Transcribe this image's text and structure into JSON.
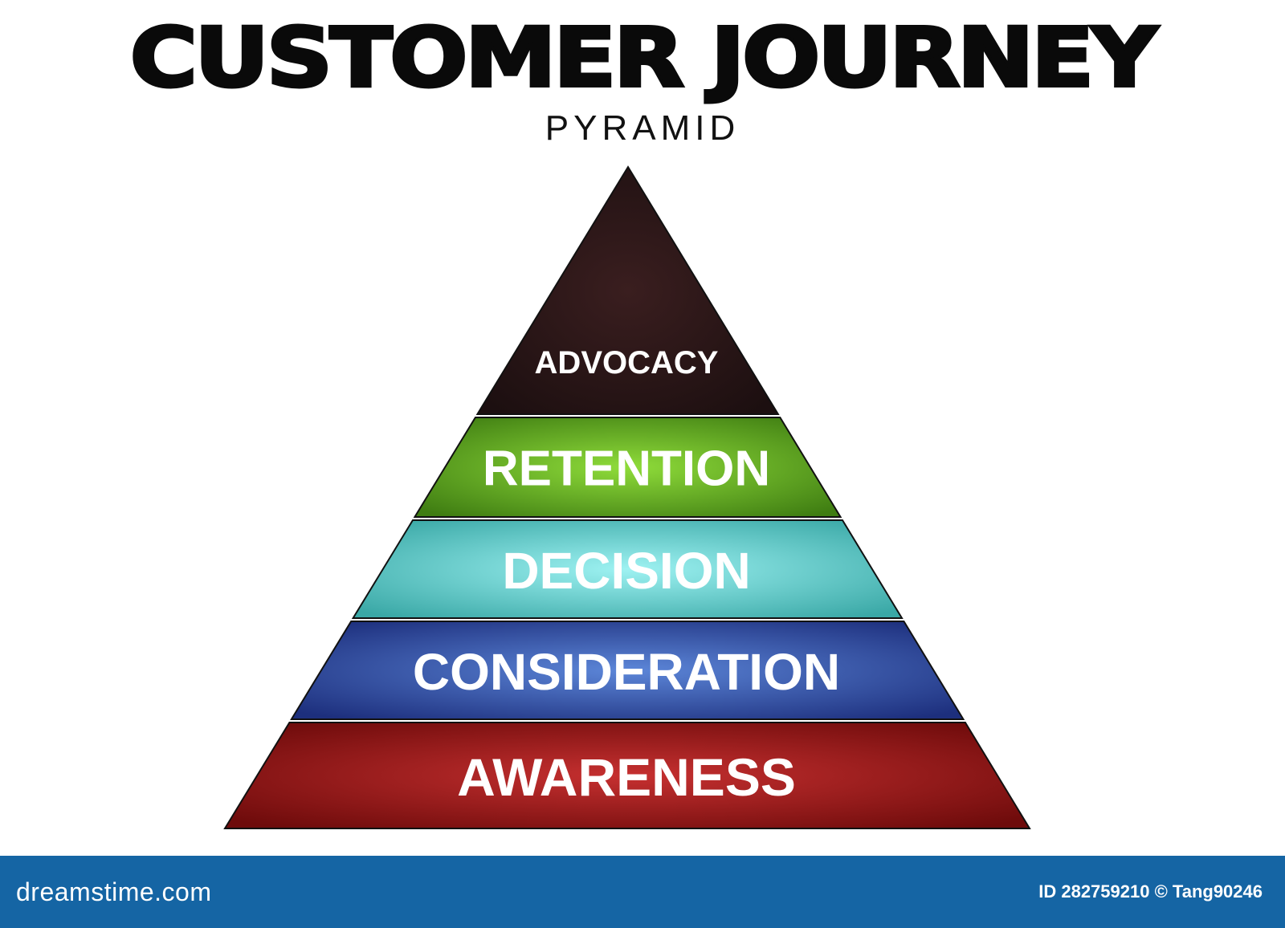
{
  "header": {
    "title": "CUSTOMER JOURNEY",
    "subtitle": "PYRAMID"
  },
  "pyramid": {
    "levels": [
      {
        "label": "ADVOCACY",
        "color_dark": "#1c0f10",
        "color_light": "#3a1e1f"
      },
      {
        "label": "RETENTION",
        "color_dark": "#3f7d12",
        "color_light": "#8fdc3a"
      },
      {
        "label": "DECISION",
        "color_dark": "#3aa8a6",
        "color_light": "#9ef2f2"
      },
      {
        "label": "CONSIDERATION",
        "color_dark": "#1d2f7d",
        "color_light": "#5c86d8"
      },
      {
        "label": "AWARENESS",
        "color_dark": "#6e0b0b",
        "color_light": "#c63030"
      }
    ]
  },
  "footer": {
    "logo_text": "dreamstime.com",
    "id_text": "ID 282759210 © Tang90246",
    "background_color": "#1565a4"
  }
}
